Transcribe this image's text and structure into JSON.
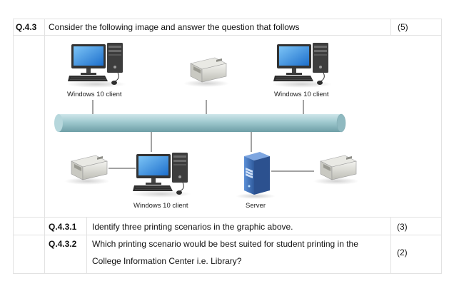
{
  "question": {
    "number": "Q.4.3",
    "text": "Consider the following image and answer the question that follows",
    "marks": "(5)"
  },
  "diagram": {
    "labels": {
      "client_top_left": "Windows 10 client",
      "client_top_right": "Windows 10 client",
      "client_bottom": "Windows 10 client",
      "server": "Server"
    },
    "icons": [
      "desktop-computer-icon",
      "printer-icon",
      "server-icon"
    ],
    "colors": {
      "network_bus": "#9fc9cf",
      "monitor_screen": "#2a83d6",
      "server_body": "#3f6fb5"
    }
  },
  "subquestions": [
    {
      "number": "Q.4.3.1",
      "lines": [
        "Identify three printing scenarios in the graphic above."
      ],
      "marks": "(3)"
    },
    {
      "number": "Q.4.3.2",
      "lines": [
        "Which printing scenario would be best suited for student printing in the",
        "College Information Center i.e. Library?"
      ],
      "marks": "(2)"
    }
  ]
}
